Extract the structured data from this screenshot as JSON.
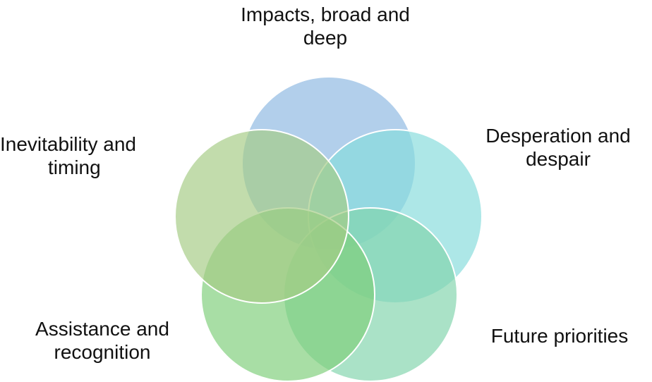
{
  "diagram": {
    "segments": [
      {
        "id": "impacts",
        "lines": [
          "Impacts, broad and",
          "deep"
        ],
        "fill": "#8db8e2"
      },
      {
        "id": "desperation",
        "lines": [
          "Desperation and",
          "despair"
        ],
        "fill": "#86dcdc"
      },
      {
        "id": "future",
        "lines": [
          "Future priorities"
        ],
        "fill": "#82d4ac"
      },
      {
        "id": "assistance",
        "lines": [
          "Assistance and",
          "recognition"
        ],
        "fill": "#7fce7a"
      },
      {
        "id": "inevitability",
        "lines": [
          "Inevitability and",
          "timing"
        ],
        "fill": "#a5cc84"
      }
    ],
    "stroke_color": "#ffffff",
    "fill_opacity": 0.68
  }
}
